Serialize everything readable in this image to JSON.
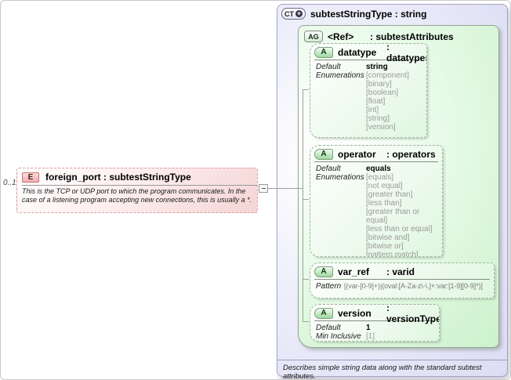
{
  "colors": {
    "ct_fill": "#d7d7f1",
    "ag_fill": "#c9f1c9",
    "attr_fill": "#e0f6e0",
    "element_fill": "#f5d5d5",
    "enum_text": "#9a9a9a",
    "connector_line": "#a0a0a0"
  },
  "cardinality": "0..1",
  "element": {
    "icon": "E",
    "title": "foreign_port : subtestStringType",
    "annotation_line1": "This is the TCP or UDP port to which the program communicates.  In the",
    "annotation_line2": "case of a listening program accepting new connections, this is usually a *."
  },
  "complex_type": {
    "icon": "CT",
    "plus": "+",
    "title": "subtestStringType : string",
    "annotation": "Describes simple string data along with the standard subtest attributes.",
    "attribute_group": {
      "icon": "AG",
      "name": "<Ref>",
      "type": ": subtestAttributes",
      "attributes": [
        {
          "icon": "A",
          "name": "datatype",
          "type": ": datatypes",
          "facets": [
            {
              "label": "Default",
              "value": "string"
            },
            {
              "label": "Enumerations",
              "value": "[component]"
            },
            {
              "label": "",
              "value": "[binary]"
            },
            {
              "label": "",
              "value": "[boolean]"
            },
            {
              "label": "",
              "value": "[float]"
            },
            {
              "label": "",
              "value": "[int]"
            },
            {
              "label": "",
              "value": "[string]"
            },
            {
              "label": "",
              "value": "[version]"
            }
          ]
        },
        {
          "icon": "A",
          "name": "operator",
          "type": ": operators",
          "facets": [
            {
              "label": "Default",
              "value": "equals"
            },
            {
              "label": "Enumerations",
              "value": "[equals]"
            },
            {
              "label": "",
              "value": "[not equal]"
            },
            {
              "label": "",
              "value": "[greater than]"
            },
            {
              "label": "",
              "value": "[less than]"
            },
            {
              "label": "",
              "value": "[greater than or equal]"
            },
            {
              "label": "",
              "value": "[less than or equal]"
            },
            {
              "label": "",
              "value": "[bitwise and]"
            },
            {
              "label": "",
              "value": "[bitwise or]"
            },
            {
              "label": "",
              "value": "[pattern match]"
            }
          ]
        },
        {
          "icon": "A",
          "name": "var_ref",
          "type": ": varid",
          "facets": [
            {
              "label": "Pattern",
              "value": "[(var-[0-9]+)|(oval:[A-Za-z\\-\\.]+:var:[1-9][0-9]*)]"
            }
          ]
        },
        {
          "icon": "A",
          "name": "version",
          "type": ": versionType",
          "facets": [
            {
              "label": "Default",
              "value": "1"
            },
            {
              "label": "Min Inclusive",
              "value": "[1]"
            }
          ]
        }
      ]
    }
  }
}
